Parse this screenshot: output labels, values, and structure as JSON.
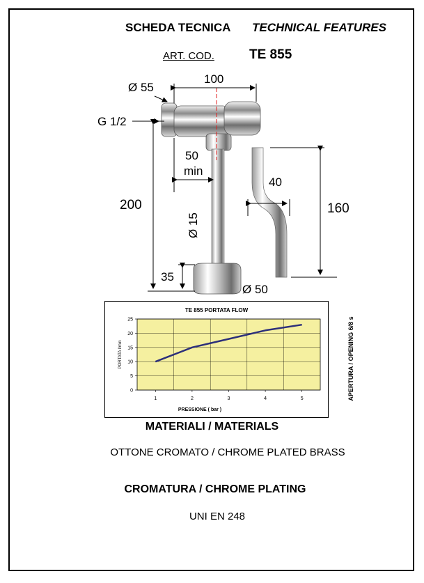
{
  "header": {
    "title_it": "SCHEDA TECNICA",
    "title_en": "TECHNICAL FEATURES",
    "art_label": "ART. COD.",
    "art_code": "TE 855"
  },
  "dimensions": {
    "outer_diameter": "Ø 55",
    "width": "100",
    "thread": "G 1/2",
    "min_offset_value": "50",
    "min_offset_unit": "min",
    "height": "200",
    "tube_diameter": "Ø 15",
    "base_height": "35",
    "base_diameter": "Ø 50",
    "bend_offset": "40",
    "bend_height": "160"
  },
  "chart_data": {
    "type": "line",
    "title": "TE 855  PORTATA  FLOW",
    "xlabel": "PRESSIONE ( bar )",
    "ylabel": "PORTATA  l/min",
    "x": [
      1,
      2,
      3,
      4,
      5
    ],
    "y": [
      10,
      15,
      18,
      21,
      23
    ],
    "xlim": [
      0.5,
      5.5
    ],
    "ylim": [
      0,
      25
    ],
    "yticks": [
      0,
      5,
      10,
      15,
      20,
      25
    ],
    "xticks": [
      1,
      2,
      3,
      4,
      5
    ],
    "grid": true,
    "plot_bg": "#f5f0a0",
    "line_color": "#2c2f7a",
    "side_label": "APERTURA / OPENING   6/8 s"
  },
  "materials": {
    "heading": "MATERIALI / MATERIALS",
    "value": "OTTONE CROMATO / CHROME PLATED BRASS"
  },
  "plating": {
    "heading": "CROMATURA / CHROME PLATING",
    "value": "UNI EN 248"
  }
}
